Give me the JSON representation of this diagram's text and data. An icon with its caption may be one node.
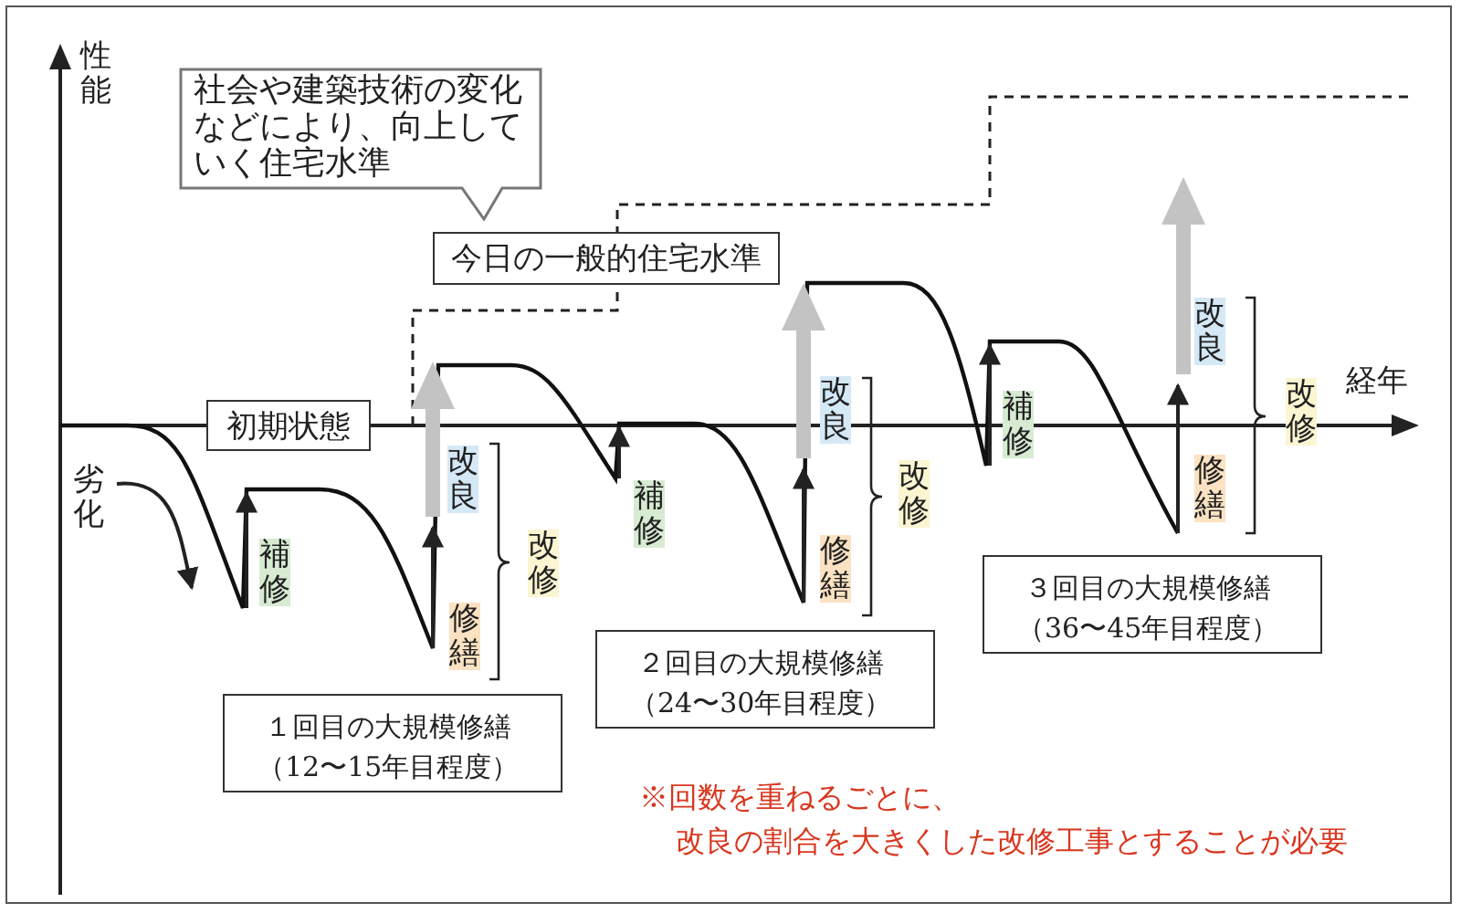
{
  "diagram": {
    "nodes": [
      {
        "text": [
          "社会や建築技術の変化などにより、向上していく住宅水準"
        ]
      },
      {
        "text": [
          "今日の一般的住宅水準"
        ]
      },
      {
        "text": [
          "初期状態"
        ]
      },
      {
        "text": [
          "１回目の大規模修繕",
          "（12〜15年目程度）"
        ]
      },
      {
        "text": [
          "２回目の大規模修繕",
          "（24〜30年目程度）"
        ]
      },
      {
        "text": [
          "３回目の大規模修繕",
          "（36〜45年目程度）"
        ]
      }
    ],
    "labels": [
      "性能",
      "改良",
      "経年",
      "改修",
      "補修",
      "改良",
      "改良",
      "劣化",
      "補修",
      "改修",
      "修繕",
      "補修",
      "改修",
      "修繕",
      "修繕",
      "※回数を重ねるごとに、",
      "改良の割合を大きくした改修工事とすることが必要"
    ]
  }
}
